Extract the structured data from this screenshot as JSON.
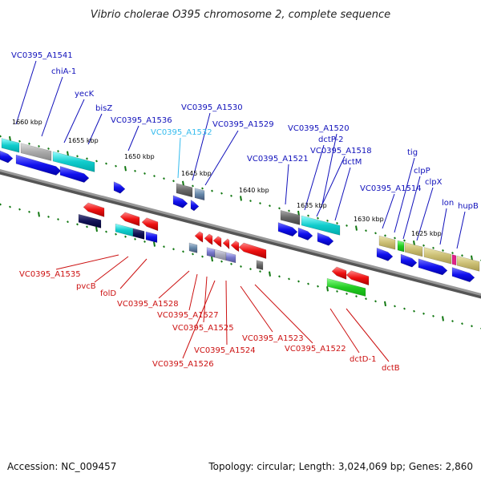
{
  "title": "Vibrio cholerae O395 chromosome 2, complete sequence",
  "accession_text": "Accession: NC_009457",
  "summary_text": "Topology: circular; Length: 3,024,069 bp; Genes: 2,860",
  "colors": {
    "forward_label": "#1111bb",
    "reverse_label": "#cc1111",
    "highlight_label": "#33bbee",
    "backbone": "#888888",
    "forward_cds": "#1a1aee",
    "reverse_cds": "#ee1111",
    "tick": "#117711"
  },
  "ticks": [
    "1660 kbp",
    "1655 kbp",
    "1650 kbp",
    "1645 kbp",
    "1640 kbp",
    "1635 kbp",
    "1630 kbp",
    "1625 kbp"
  ],
  "forward_genes": [
    "VC0395_A1541",
    "chiA-1",
    "yecK",
    "bisZ",
    "VC0395_A1536",
    "VC0395_A1530",
    "VC0395_A1532",
    "VC0395_A1529",
    "VC0395_A1520",
    "dctP-2",
    "VC0395_A1518",
    "VC0395_A1521",
    "dctM",
    "tig",
    "clpP",
    "VC0395_A1514",
    "clpX",
    "lon",
    "hupB"
  ],
  "reverse_genes": [
    "VC0395_A1535",
    "pvcB",
    "folD",
    "VC0395_A1528",
    "VC0395_A1527",
    "VC0395_A1525",
    "VC0395_A1524",
    "VC0395_A1526",
    "VC0395_A1523",
    "VC0395_A1522",
    "dctD-1",
    "dctB"
  ]
}
